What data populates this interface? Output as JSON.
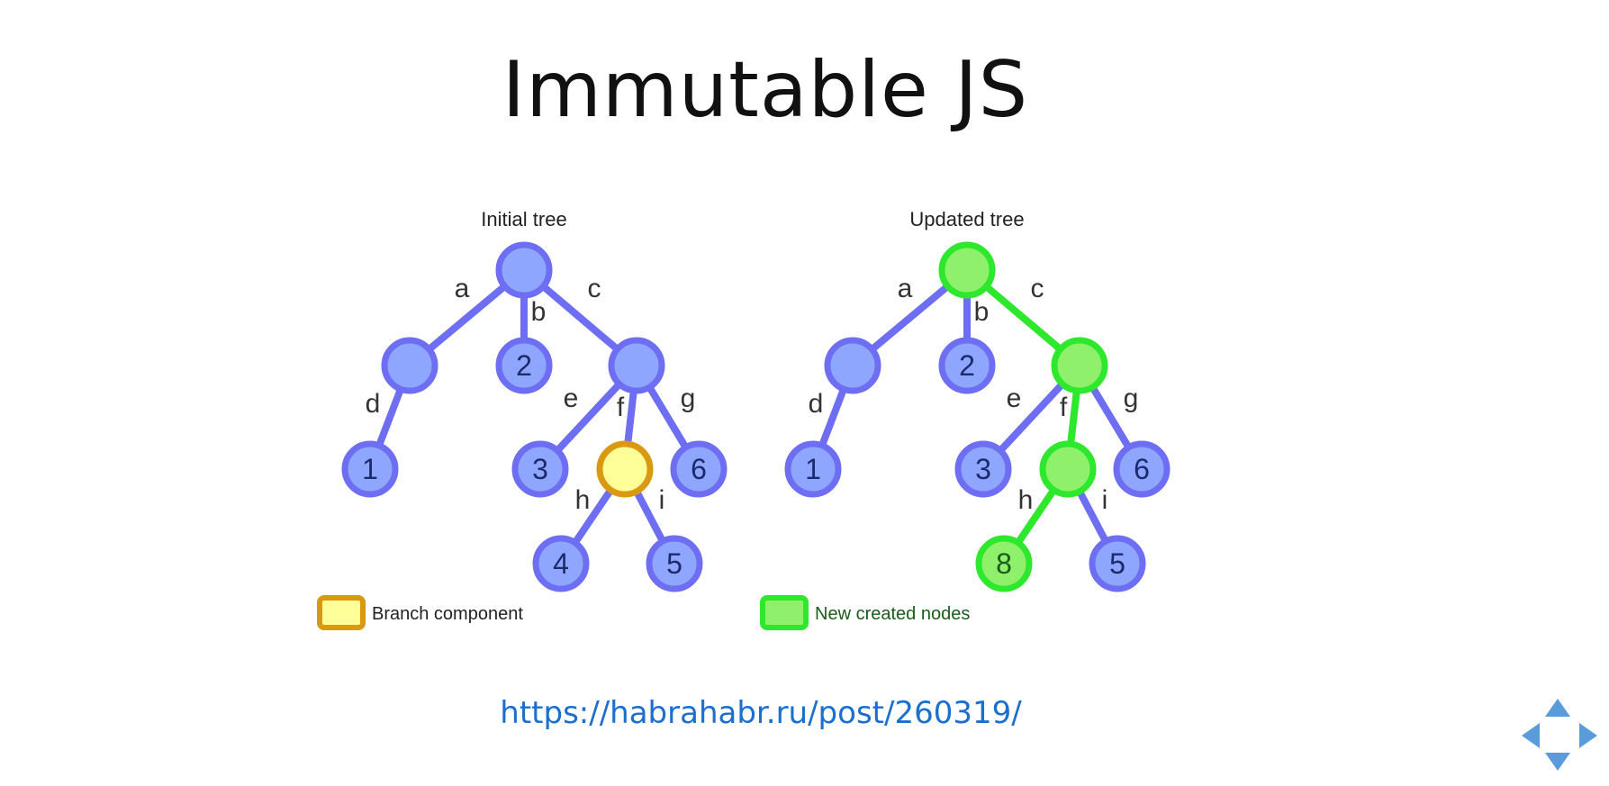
{
  "slide": {
    "title": "Immutable JS",
    "link": "https://habrahabr.ru/post/260319/"
  },
  "colors": {
    "edge": "#6e6ef2",
    "node_fill": "#8fa6ff",
    "node_stroke": "#6e6ef2",
    "branch_fill": "#ffff99",
    "branch_stroke": "#d99a12",
    "new_fill": "#8ef06b",
    "new_stroke": "#2de82d",
    "new_label": "#1a5c1a",
    "node_text": "#1c2a6e",
    "link": "#1a6fcf",
    "nav": "#5b9bdc"
  },
  "diagram": {
    "initial_tree": {
      "title": "Initial tree",
      "legend_label": "Branch component",
      "nodes": [
        {
          "id": "root",
          "label": "",
          "style": "normal"
        },
        {
          "id": "A",
          "label": "",
          "style": "normal"
        },
        {
          "id": "B",
          "label": "2",
          "style": "normal"
        },
        {
          "id": "C",
          "label": "",
          "style": "normal"
        },
        {
          "id": "D",
          "label": "1",
          "style": "normal"
        },
        {
          "id": "E",
          "label": "3",
          "style": "normal"
        },
        {
          "id": "F",
          "label": "",
          "style": "branch"
        },
        {
          "id": "G",
          "label": "6",
          "style": "normal"
        },
        {
          "id": "H",
          "label": "4",
          "style": "normal"
        },
        {
          "id": "I",
          "label": "5",
          "style": "normal"
        }
      ],
      "edges": [
        {
          "from": "root",
          "to": "A",
          "label": "a",
          "style": "normal"
        },
        {
          "from": "root",
          "to": "B",
          "label": "b",
          "style": "normal"
        },
        {
          "from": "root",
          "to": "C",
          "label": "c",
          "style": "normal"
        },
        {
          "from": "A",
          "to": "D",
          "label": "d",
          "style": "normal"
        },
        {
          "from": "C",
          "to": "E",
          "label": "e",
          "style": "normal"
        },
        {
          "from": "C",
          "to": "F",
          "label": "f",
          "style": "normal"
        },
        {
          "from": "C",
          "to": "G",
          "label": "g",
          "style": "normal"
        },
        {
          "from": "F",
          "to": "H",
          "label": "h",
          "style": "normal"
        },
        {
          "from": "F",
          "to": "I",
          "label": "i",
          "style": "normal"
        }
      ]
    },
    "updated_tree": {
      "title": "Updated tree",
      "legend_label": "New created nodes",
      "nodes": [
        {
          "id": "root",
          "label": "",
          "style": "new"
        },
        {
          "id": "A",
          "label": "",
          "style": "normal"
        },
        {
          "id": "B",
          "label": "2",
          "style": "normal"
        },
        {
          "id": "C",
          "label": "",
          "style": "new"
        },
        {
          "id": "D",
          "label": "1",
          "style": "normal"
        },
        {
          "id": "E",
          "label": "3",
          "style": "normal"
        },
        {
          "id": "F",
          "label": "",
          "style": "new"
        },
        {
          "id": "G",
          "label": "6",
          "style": "normal"
        },
        {
          "id": "H",
          "label": "8",
          "style": "new"
        },
        {
          "id": "I",
          "label": "5",
          "style": "normal"
        }
      ],
      "edges": [
        {
          "from": "root",
          "to": "A",
          "label": "a",
          "style": "normal"
        },
        {
          "from": "root",
          "to": "B",
          "label": "b",
          "style": "normal"
        },
        {
          "from": "root",
          "to": "C",
          "label": "c",
          "style": "new"
        },
        {
          "from": "A",
          "to": "D",
          "label": "d",
          "style": "normal"
        },
        {
          "from": "C",
          "to": "E",
          "label": "e",
          "style": "normal"
        },
        {
          "from": "C",
          "to": "F",
          "label": "f",
          "style": "new"
        },
        {
          "from": "C",
          "to": "G",
          "label": "g",
          "style": "normal"
        },
        {
          "from": "F",
          "to": "H",
          "label": "h",
          "style": "new"
        },
        {
          "from": "F",
          "to": "I",
          "label": "i",
          "style": "normal"
        }
      ]
    }
  }
}
